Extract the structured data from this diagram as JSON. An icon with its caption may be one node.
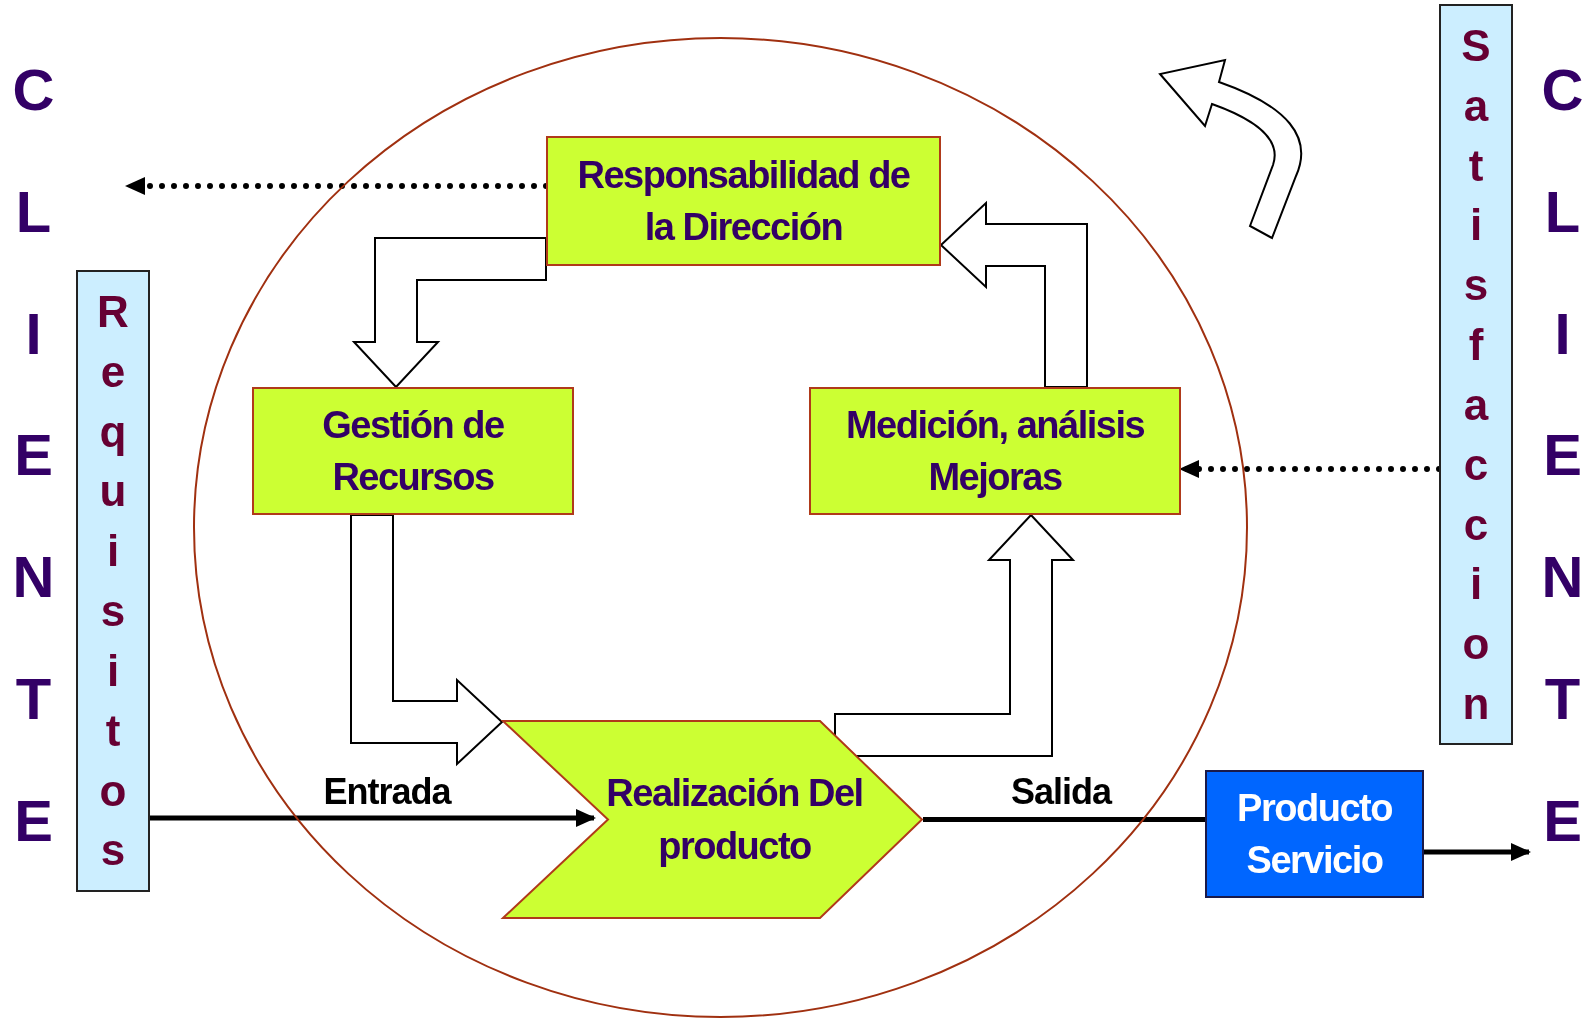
{
  "diagram": {
    "nodes": [
      {
        "text": [
          "CLIENTE"
        ]
      },
      {
        "text": [
          "Requisitos"
        ]
      },
      {
        "text": [],
        "shape": "circle"
      },
      {
        "text": [
          "Responsabilidad de la Dirección"
        ],
        "in": 2
      },
      {
        "text": [
          "Gestión de Recursos"
        ],
        "in": 2
      },
      {
        "text": [
          "Medición, análisis Mejoras"
        ],
        "in": 2
      },
      {
        "text": [
          "Realización Del producto"
        ],
        "in": 2
      },
      {
        "text": [
          "Satisfaccion"
        ]
      },
      {
        "text": [
          "Producto Servicio"
        ]
      },
      {
        "text": [
          "CLIENTE"
        ]
      }
    ],
    "edges": [
      {
        "from": 3,
        "to": 0,
        "arrow": "to",
        "style": "dashed"
      },
      {
        "from": 3,
        "to": 4,
        "arrow": "to",
        "style": "thick"
      },
      {
        "from": 4,
        "to": 6,
        "arrow": "to",
        "style": "thick"
      },
      {
        "from": 6,
        "to": 5,
        "arrow": "to",
        "style": "thick"
      },
      {
        "from": 5,
        "to": 3,
        "arrow": "to",
        "style": "thick"
      },
      {
        "from": 1,
        "to": 6,
        "arrow": "to",
        "label": "Entrada"
      },
      {
        "from": 6,
        "to": 8,
        "arrow": "none",
        "label": "Salida"
      },
      {
        "from": 8,
        "to": 9,
        "arrow": "to"
      },
      {
        "from": 7,
        "to": 5,
        "arrow": "to",
        "style": "dashed"
      }
    ]
  }
}
